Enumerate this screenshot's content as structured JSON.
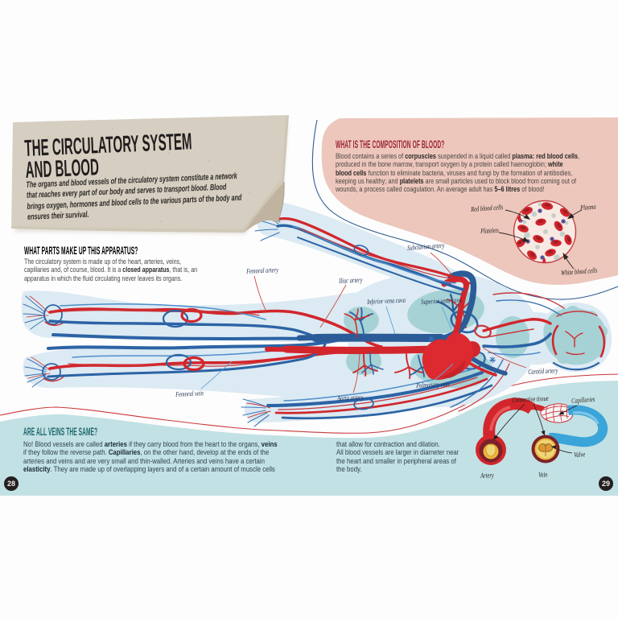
{
  "page": {
    "left_page_number": "28",
    "right_page_number": "29"
  },
  "colors": {
    "artery_red": "#d2262c",
    "vein_blue": "#2c63a5",
    "deep_blue": "#2b5c97",
    "body_silhouette": "#dceaf3",
    "organ_teal": "#a6d2d5",
    "pink_panel": "#edc7bc",
    "teal_band": "#c2e1e4",
    "kraft_paper": "#d6cfc1",
    "heading_red": "#9c2431",
    "heading_teal": "#1c676c",
    "page_number_bg": "#231f20"
  },
  "paper_note": {
    "title_line1": "THE CIRCULATORY SYSTEM",
    "title_line2": "AND BLOOD",
    "intro_lines": [
      "The organs and blood vessels of the circulatory system constitute a network",
      "that reaches every part of our body and serves to transport blood. Blood",
      "brings oxygen, hormones and blood cells to the various parts of the body and",
      "ensures their survival."
    ]
  },
  "sections": {
    "apparatus": {
      "heading": "WHAT PARTS MAKE UP THIS APPARATUS?",
      "lines": [
        "The circulatory system is made up of the heart, arteries, veins,",
        "capillaries and, of course, blood. It is a **closed apparatus**, that is, an",
        "apparatus in which the fluid circulating never leaves its organs."
      ]
    },
    "composition": {
      "heading": "WHAT IS THE COMPOSITION OF BLOOD?",
      "lines": [
        "Blood contains a series of **corpuscles** suspended in a liquid called **plasma: red blood cells**,",
        "produced in the bone marrow, transport oxygen by a protein called haemoglobin; **white**",
        "**blood cells** function to eliminate bacteria, viruses and fungi by the formation of antibodies,",
        "keeping us healthy; and **platelets** are small particles used to block blood from coming out of",
        "wounds, a process called coagulation. An average adult has **5–6 litres** of blood!"
      ]
    },
    "veins": {
      "heading": "ARE ALL VEINS THE SAME?",
      "col1_lines": [
        "No! Blood vessels are called **arteries** if they carry blood from the heart to the organs, **veins**",
        "if they follow the reverse path. **Capillaries**, on the other hand, develop at the ends of the",
        "arteries and veins and are very small and thin-walled. Arteries and veins have a certain",
        "**elasticity**. They are made up of overlapping layers and of a certain amount of muscle cells"
      ],
      "col2_lines": [
        "that allow for contraction and dilation.",
        "All blood vessels are larger in diameter near",
        "the heart and smaller in peripheral areas of",
        "the body."
      ]
    }
  },
  "blood_diagram": {
    "labels": {
      "red_blood_cells": "Red blood cells",
      "plasma": "Plasma",
      "platelets": "Platelets",
      "white_blood_cells": "White blood cells"
    }
  },
  "body_diagram": {
    "labels": {
      "femoral_artery": "Femoral artery",
      "iliac_artery": "Iliac artery",
      "inferior_vena_cava": "Inferior vena cava",
      "superior_vena_cava": "Superior vena cava",
      "subclavian_artery": "Subclavian artery",
      "carotid_artery": "Carotid artery",
      "pulmonary_vein": "Pulmonary vein",
      "aorta_artery": "Aorta artery",
      "femoral_vein": "Femoral vein"
    }
  },
  "vessel_diagram": {
    "labels": {
      "connective_tissue": "Connective tissue",
      "capillaries": "Capillaries",
      "valve": "Valve",
      "artery": "Artery",
      "vein": "Vein"
    }
  }
}
